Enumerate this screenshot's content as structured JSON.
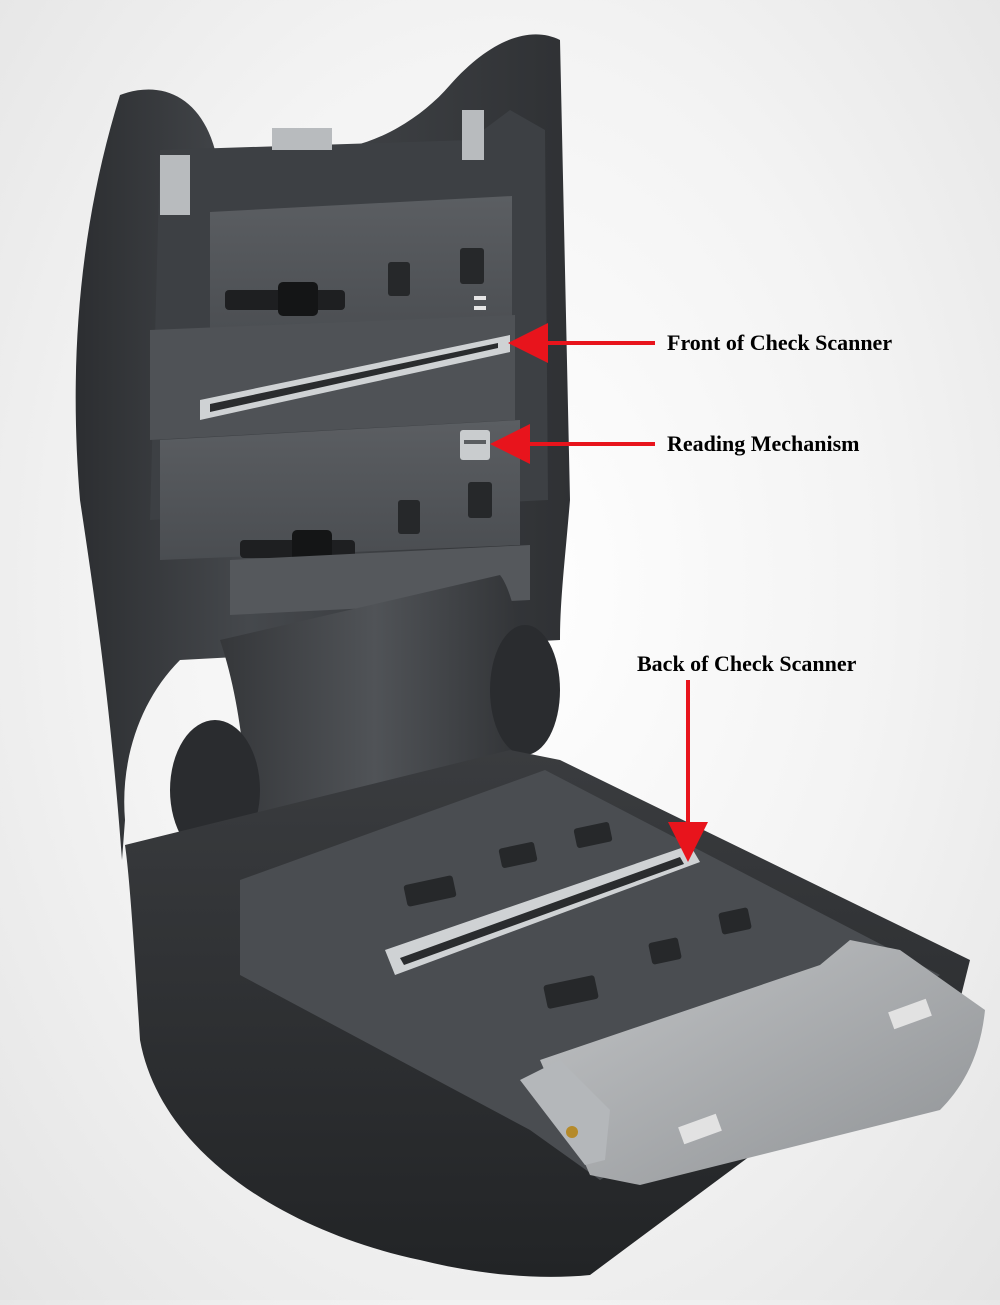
{
  "colors": {
    "body_dark": "#3a3c3f",
    "body_mid": "#55585c",
    "body_light": "#6a6d71",
    "tray_gray": "#a9acaf",
    "arrow_red": "#e8141c",
    "glass": "#cfd2d4"
  },
  "callouts": [
    {
      "id": "front",
      "text": "Front of Check Scanner"
    },
    {
      "id": "reading",
      "text": "Reading Mechanism"
    },
    {
      "id": "back",
      "text": "Back of Check Scanner"
    }
  ],
  "illustration": {
    "subject": "open-check-scanner"
  }
}
